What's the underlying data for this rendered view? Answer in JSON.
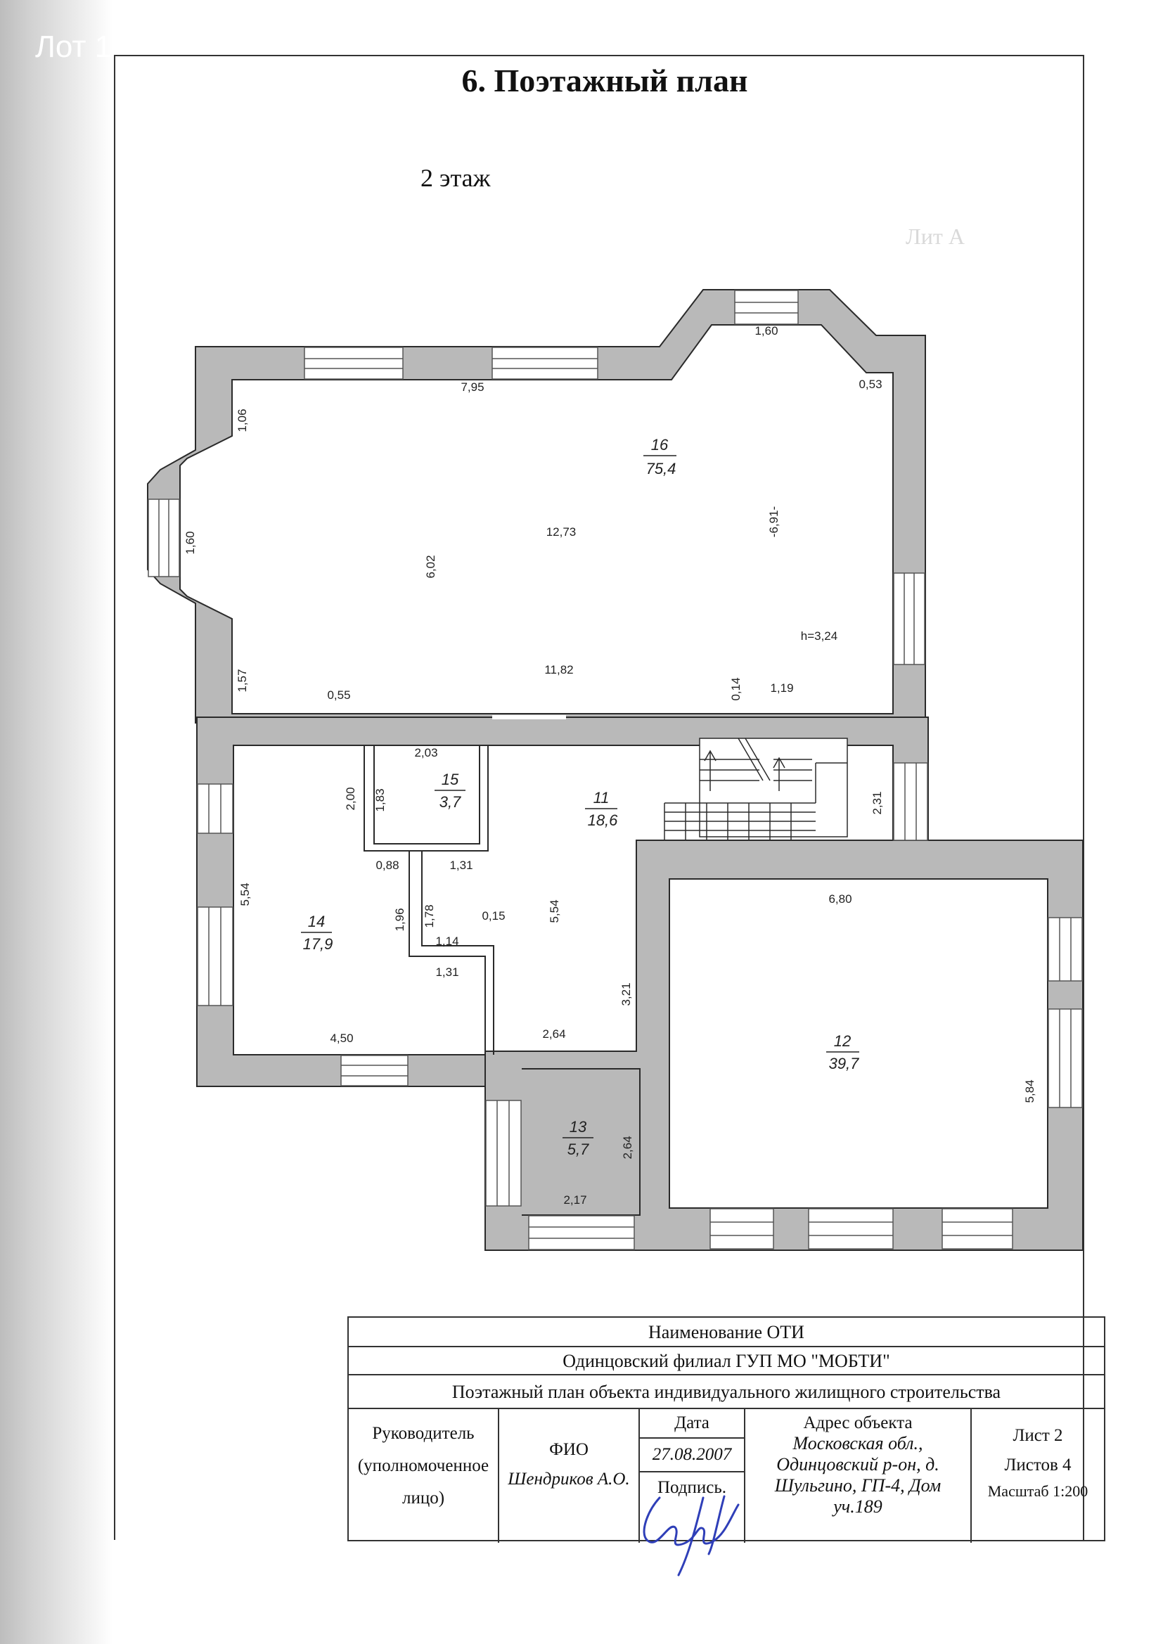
{
  "scan": {
    "lot_label": "Лот 1"
  },
  "document": {
    "title": "6. Поэтажный план",
    "floor": "2 этаж",
    "faint_lit": "Лит А"
  },
  "rooms": [
    {
      "id": "16",
      "num": "16",
      "area": "75,4",
      "label": "16 / 75,4"
    },
    {
      "id": "15",
      "num": "15",
      "area": "3,7",
      "label": "15 / 3,7"
    },
    {
      "id": "11",
      "num": "11",
      "area": "18,6",
      "label": "11 / 18,6"
    },
    {
      "id": "14",
      "num": "14",
      "area": "17,9",
      "label": "14 / 17,9"
    },
    {
      "id": "12",
      "num": "12",
      "area": "39,7",
      "label": "12 / 39,7"
    },
    {
      "id": "13",
      "num": "13",
      "area": "5,7",
      "label": "13 / 5,7"
    }
  ],
  "dimensions": {
    "d_1_60_top": "1,60",
    "d_0_53": "0,53",
    "d_7_95": "7,95",
    "d_1_06": "1,06",
    "d_1_60_left": "1,60",
    "d_6_02": "6,02",
    "d_12_73": "12,73",
    "d_6_91": "-6,91-",
    "d_h": "h=3,24",
    "d_1_57": "1,57",
    "d_0_55": "0,55",
    "d_11_82": "11,82",
    "d_0_14": "0,14",
    "d_1_19": "1,19",
    "d_2_03": "2,03",
    "d_2_00": "2,00",
    "d_1_83": "1,83",
    "d_2_31": "2,31",
    "d_0_88": "0,88",
    "d_1_31_a": "1,31",
    "d_5_54_left": "5,54",
    "d_1_96": "1,96",
    "d_1_78": "1,78",
    "d_0_15": "0,15",
    "d_5_54_mid": "5,54",
    "d_6_80": "6,80",
    "d_1_14": "1,14",
    "d_1_31_b": "1,31",
    "d_3_21": "3,21",
    "d_4_50": "4,50",
    "d_2_64_h": "2,64",
    "d_5_84": "5,84",
    "d_2_64_v": "2,64",
    "d_2_17": "2,17"
  },
  "stamp": {
    "oti_label": "Наименование ОТИ",
    "org": "Одинцовский филиал ГУП МО \"МОБТИ\"",
    "doc_type": "Поэтажный план объекта индивидуального жилищного строительства",
    "role_line1": "Руководитель",
    "role_line2": "(уполномоченное",
    "role_line3": "лицо)",
    "fio_label": "ФИО",
    "fio_value": "Шендриков А.О.",
    "date_label": "Дата",
    "date_value": "27.08.2007",
    "sign_label": "Подпись.",
    "addr_label": "Адрес объекта",
    "addr_line1": "Московская обл.,",
    "addr_line2": "Одинцовский р-он, д.",
    "addr_line3": "Шульгино, ГП-4, Дом",
    "addr_line4": "уч.189",
    "sheet": "Лист 2",
    "sheets": "Листов 4",
    "scale": "Масштаб 1:200"
  },
  "colors": {
    "wall": "#b9b9b9",
    "line": "#2a2a2a",
    "signature": "#2f3fb8"
  }
}
